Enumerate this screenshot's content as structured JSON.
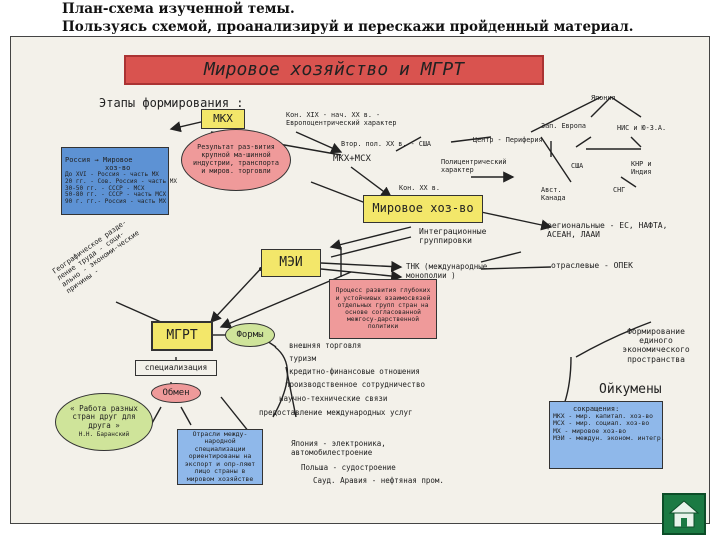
{
  "header": {
    "line1": "План-схема изученной темы.",
    "line2": "Пользуясь схемой, проанализируй и перескажи пройденный материал."
  },
  "diagram": {
    "title": "Мировое хозяйство и МГРТ",
    "stages_label": "Этапы формирования :",
    "mkh": "МКХ",
    "mkh_msh": "МКХ+МСХ",
    "world_economy": "Мировое хоз-во",
    "mei": "МЭИ",
    "mgrt": "МГРТ",
    "forms": "Формы",
    "specialization": "специализация",
    "exchange": "Обмен",
    "cooperation_note": "Результат раз-вития крупной ма-шинной индустрии, транспорта и миров. торговли",
    "russia_box": [
      "Россия → Мировое",
      "хоз-во",
      "До XVI - Россия - часть МХ",
      "20 гг. - Сов. Россия - часть МХ",
      "30-50 гг. - СССР - МСХ",
      "50-80 гг. - СССР - часть МСХ",
      "90 г. гг.- Россия - часть МХ"
    ],
    "history": [
      "Кон. XIX - нач. XX в. - Европоцентрический характер",
      "Втор. пол. XX в. - США",
      "Кон. XX в."
    ],
    "center_periphery": "Центр - Периферия",
    "polycentric": "Полицентрический характер",
    "centers": [
      "Япония",
      "Зап. Европа",
      "НИС и Ю-З.А.",
      "США",
      "КНР и Индия",
      "Авст. Канада",
      "СНГ"
    ],
    "integration": "Интеграционные группировки",
    "regional": "региональные - ЕС, НАФТА, АСЕАН, ЛААИ",
    "tnk": "ТНК (международные монополии )",
    "sectoral": "отраслевые - ОПЕК",
    "process": "Процесс развития глубоких и устойчивых взаимосвязей отдельных групп стран на основе согласованной межгосу-дарственной политики",
    "oikumene_phrase": "Формирование единого экономического пространства",
    "oikumene_word": "Ойкумены",
    "abbrev_title": "сокращения:",
    "abbreviations": [
      "МКХ - мир. капитал. хоз-во",
      "МСХ - мир. социал. хоз-во",
      "МХ - мировое хоз-во",
      "МЭИ - междун. эконом. интегр."
    ],
    "slogan_side": "Географическое разде-ление труда - соци-ально - экономи-ческие причины -",
    "forms_list": [
      "внешняя торговля",
      "туризм",
      "кредитно-финансовые отношения",
      "производственное сотрудничество",
      "научно-технические связи",
      "предоставление международных услуг"
    ],
    "quote": "« Работа разных стран друг для друга »",
    "quote_author": "Н.Н. Баранский",
    "specialization_desc": "Отрасли между-народной специализации ориентированы на экспорт и опр-ляют лицо страны в мировом хозяйстве",
    "examples": [
      "Япония - электроника, автомобилестроение",
      "Польша - судостроение",
      "Сауд. Аравия - нефтяная пром."
    ]
  },
  "colors": {
    "title_band": "#d9534f",
    "mkh_fill": "#f3e76a",
    "world_fill": "#f3e76a",
    "mei_fill": "#f3e76a",
    "mgrt_fill": "#f3e76a",
    "russia_fill": "#5d92d4",
    "cooperation_fill": "#ef9a9a",
    "process_fill": "#ef9a9a",
    "forms_fill": "#cfe49a",
    "spec_desc_fill": "#8fb8ea",
    "quote_fill": "#cfe49a",
    "exchange_fill": "#ef9a9a",
    "abbrev_fill": "#8fb8ea",
    "home_button": "#1b7a43"
  },
  "nav": {
    "home_icon": "home-icon"
  }
}
